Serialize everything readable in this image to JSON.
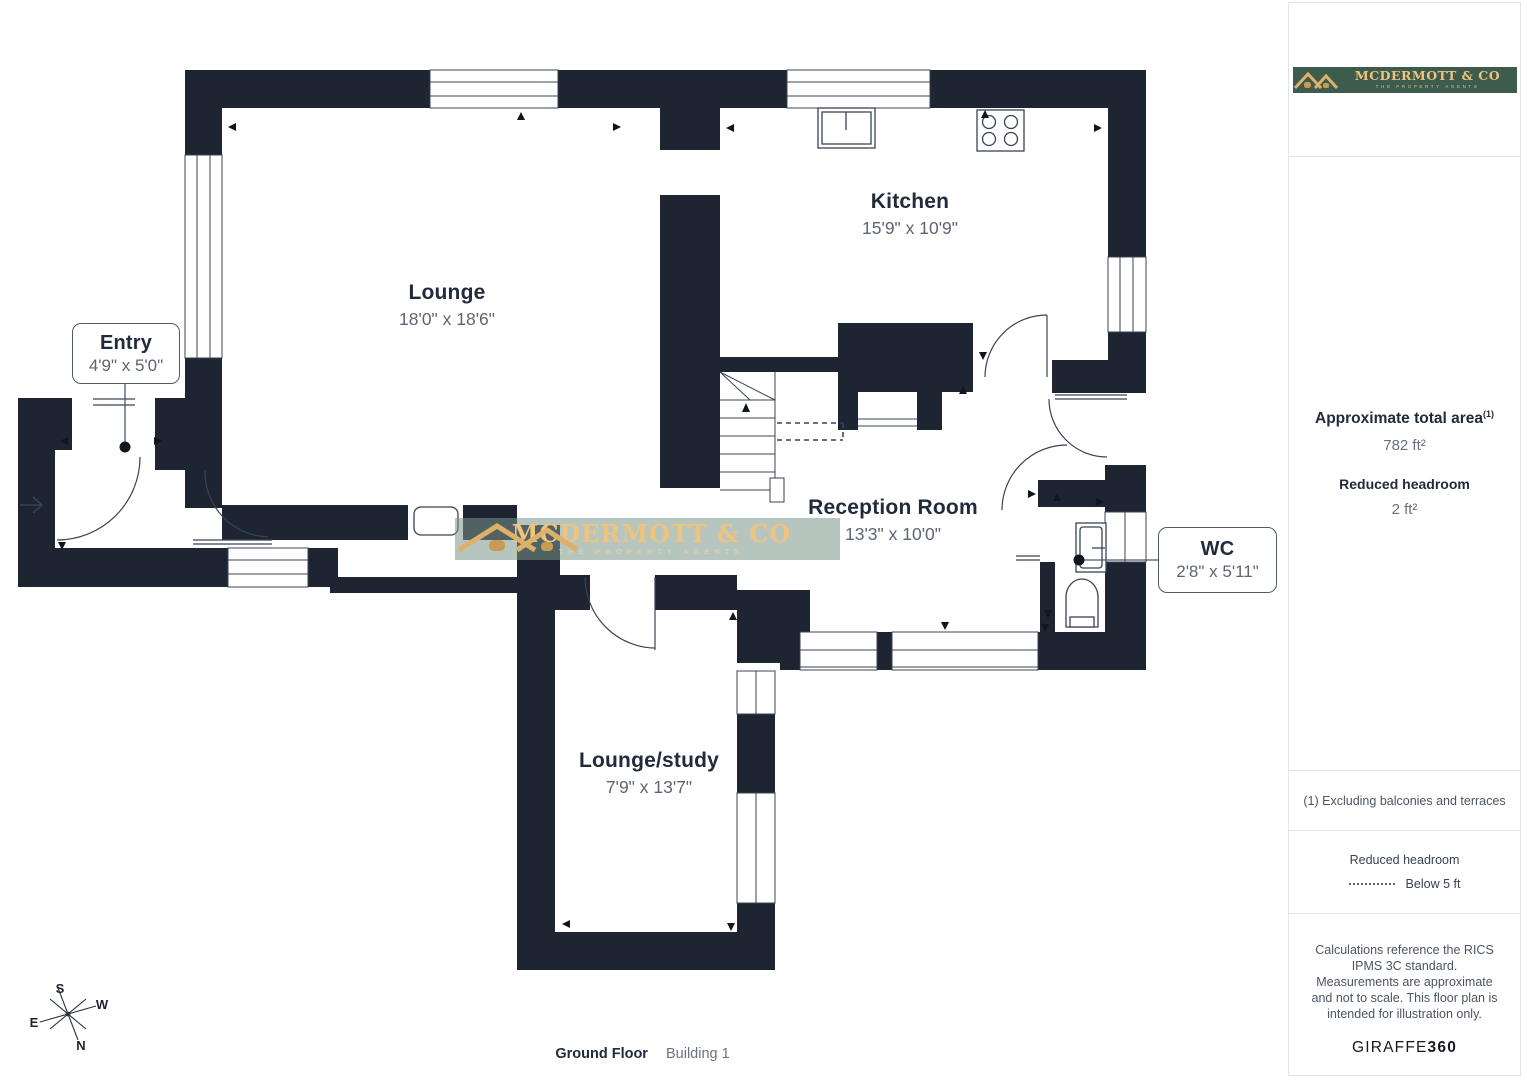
{
  "colors": {
    "wall": "#1d2533",
    "plan_line": "#3a4354",
    "brand_green": "#3d5c4e",
    "brand_gold": "#e0b061",
    "watermark_green": "#7c958a",
    "text_dark": "#222b3b",
    "text_gray": "#68707f"
  },
  "branding": {
    "name": "MCDERMOTT & CO",
    "tagline": "THE PROPERTY AGENTS"
  },
  "rooms": [
    {
      "name": "Lounge",
      "dims": "18'0\" x 18'6\""
    },
    {
      "name": "Kitchen",
      "dims": "15'9\" x 10'9\""
    },
    {
      "name": "Reception Room",
      "dims": "13'3\" x 10'0\""
    },
    {
      "name": "Lounge/study",
      "dims": "7'9\" x 13'7\""
    },
    {
      "name": "Entry",
      "dims": "4'9\" x 5'0\""
    },
    {
      "name": "WC",
      "dims": "2'8\" x 5'11\""
    }
  ],
  "sidebar": {
    "area_title": "Approximate total area",
    "area_sup": "(1)",
    "area_value": "782 ft²",
    "headroom_title": "Reduced headroom",
    "headroom_value": "2 ft²",
    "note": "(1) Excluding balconies and terraces",
    "legend_title": "Reduced headroom",
    "legend_value": "Below 5 ft",
    "disclaimer": "Calculations reference the RICS IPMS 3C standard. Measurements are approximate and not to scale. This floor plan is intended for illustration only.",
    "brand_giraffe": "GIRAFFE",
    "brand_360": "360"
  },
  "footer": {
    "floor_label": "Ground Floor",
    "building_label": "Building 1"
  },
  "compass": {
    "n": "N",
    "e": "E",
    "s": "S",
    "w": "W"
  }
}
